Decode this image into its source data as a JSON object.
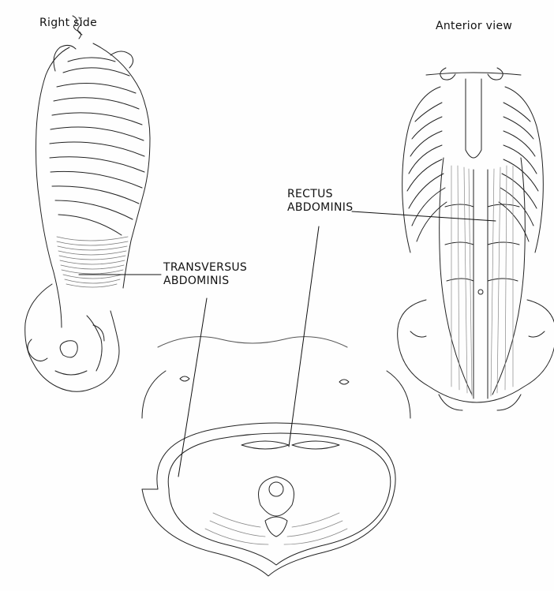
{
  "views": {
    "right_side": "Right side",
    "anterior": "Anterior view"
  },
  "labels": {
    "rectus": [
      "RECTUS",
      "ABDOMINIS"
    ],
    "transversus": [
      "TRANSVERSUS",
      "ABDOMINIS"
    ]
  },
  "colors": {
    "ink": "#222222",
    "muscle": "#8a8a8a",
    "background": "#fefefe"
  }
}
